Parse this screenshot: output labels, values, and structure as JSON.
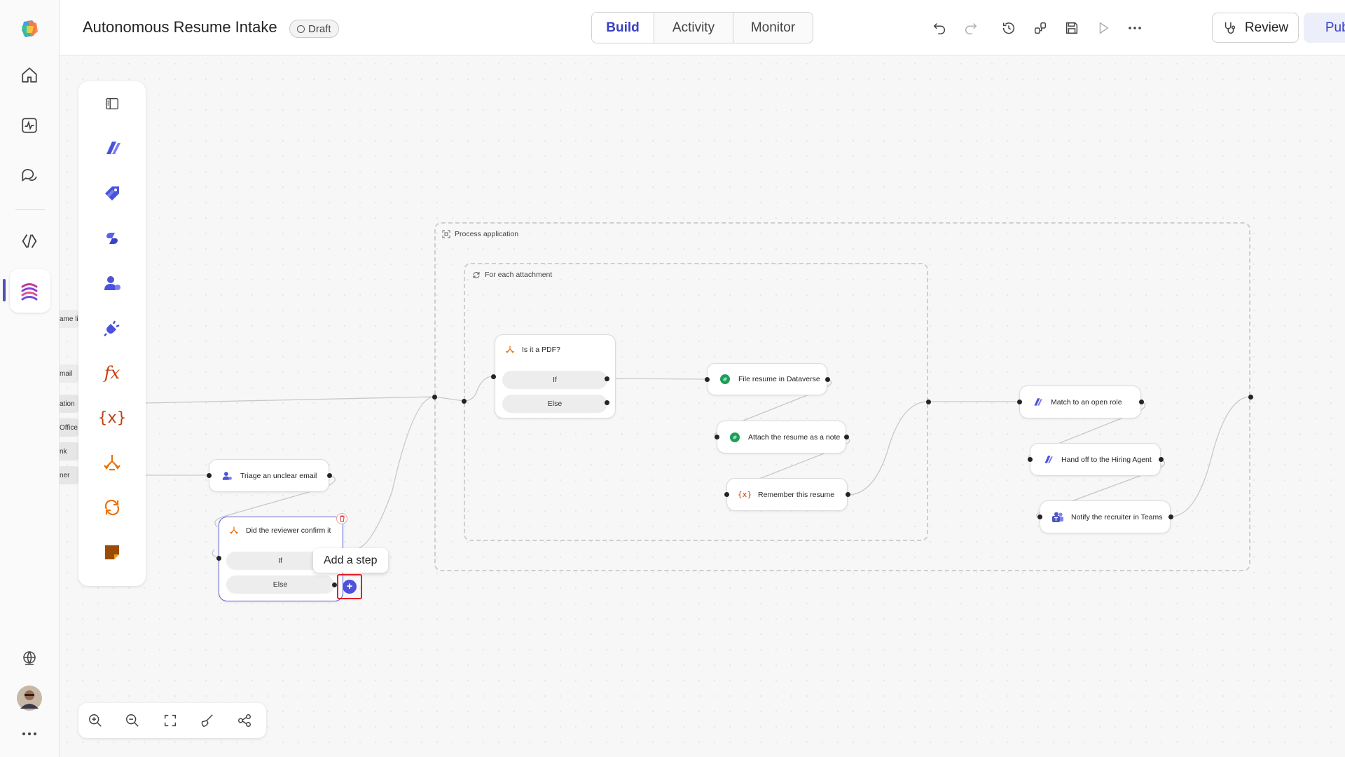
{
  "header": {
    "title": "Autonomous Resume Intake",
    "status_badge": "Draft",
    "tabs": [
      {
        "label": "Build",
        "active": true
      },
      {
        "label": "Activity",
        "active": false
      },
      {
        "label": "Monitor",
        "active": false
      }
    ],
    "review_label": "Review",
    "publish_label": "Publish"
  },
  "rail": {
    "items": [
      "home-icon",
      "activity-icon",
      "chat-icon",
      "code-icon",
      "flows-icon",
      "globe-icon",
      "avatar",
      "more-icon"
    ]
  },
  "palette": {
    "items": [
      "panel-toggle-icon",
      "agent-icon",
      "tag-icon",
      "copilot-icon",
      "human-review-icon",
      "connector-icon",
      "fx-icon",
      "variable-icon",
      "condition-icon",
      "loop-icon",
      "sticky-note-icon"
    ]
  },
  "peek_labels": [
    "ame lis",
    "mail",
    "ation",
    "Office",
    "nk",
    "ner"
  ],
  "canvas": {
    "groups": {
      "outer_label": "Process application",
      "inner_label": "For each attachment"
    },
    "nodes": {
      "triage": "Triage an unclear email",
      "reviewer_condition": {
        "title": "Did the reviewer confirm it",
        "if_label": "If",
        "else_label": "Else"
      },
      "pdf_condition": {
        "title": "Is it a PDF?",
        "if_label": "If",
        "else_label": "Else"
      },
      "file_resume": "File resume in Dataverse",
      "attach_note": "Attach the resume as a note",
      "remember": "Remember this resume",
      "match_role": "Match to an open role",
      "hand_off": "Hand off to the Hiring Agent",
      "notify": "Notify the recruiter in Teams"
    },
    "tooltip": "Add a step",
    "add_step_symbol": "+"
  },
  "zoombar": {
    "items": [
      "zoom-in-icon",
      "zoom-out-icon",
      "fit-view-icon",
      "clean-up-icon",
      "layout-icon"
    ]
  },
  "colors": {
    "accent": "#3b3fc4",
    "highlight": "#e0202a",
    "condition": "#e8720c",
    "dataverse": "#1f9e5a"
  }
}
